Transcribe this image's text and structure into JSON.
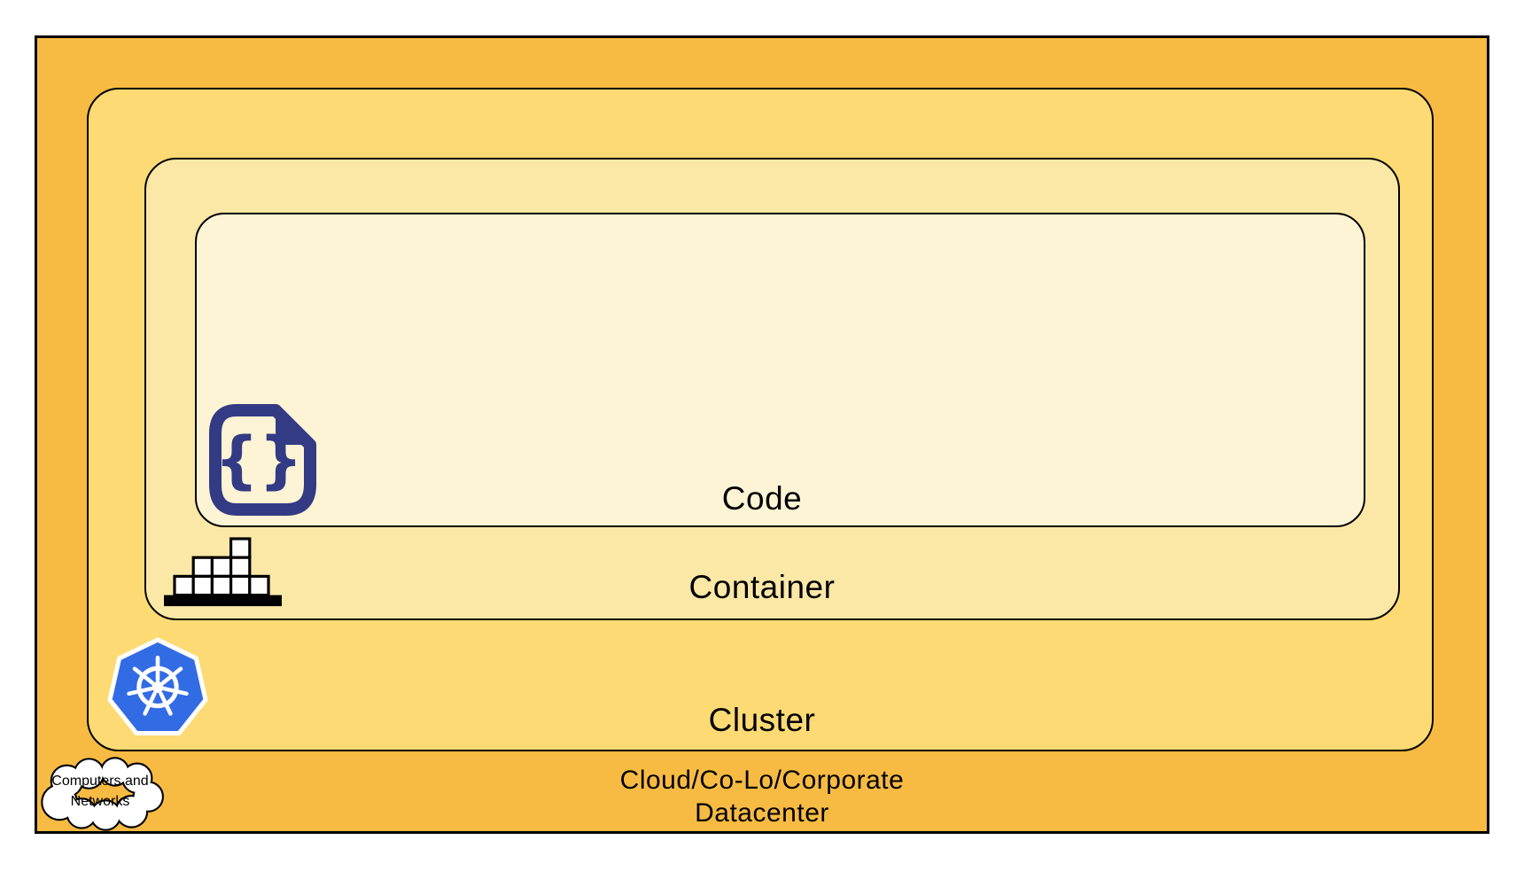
{
  "diagram": {
    "title_implied": "Deployment nesting",
    "layers": [
      {
        "id": "datacenter",
        "label_line1": "Cloud/Co-Lo/Corporate",
        "label_line2": "Datacenter",
        "fill": "#F7BB43",
        "icon": "computers-networks-cloud"
      },
      {
        "id": "cluster",
        "label": "Cluster",
        "fill": "#FDDA73",
        "icon": "kubernetes-helm"
      },
      {
        "id": "container",
        "label": "Container",
        "fill": "#FCE8A6",
        "icon": "container-blocks"
      },
      {
        "id": "code",
        "label": "Code",
        "fill": "#FDF4D5",
        "icon": "code-file"
      }
    ],
    "cloud_callout": {
      "line1": "Computers and",
      "line2": "Networks"
    },
    "code_icon_braces": "{}",
    "colors": {
      "border": "#000000",
      "text": "#000000",
      "kubernetes_blue": "#326CE5",
      "code_icon_navy": "#333B85",
      "block_fill": "#FFFFFF"
    }
  }
}
